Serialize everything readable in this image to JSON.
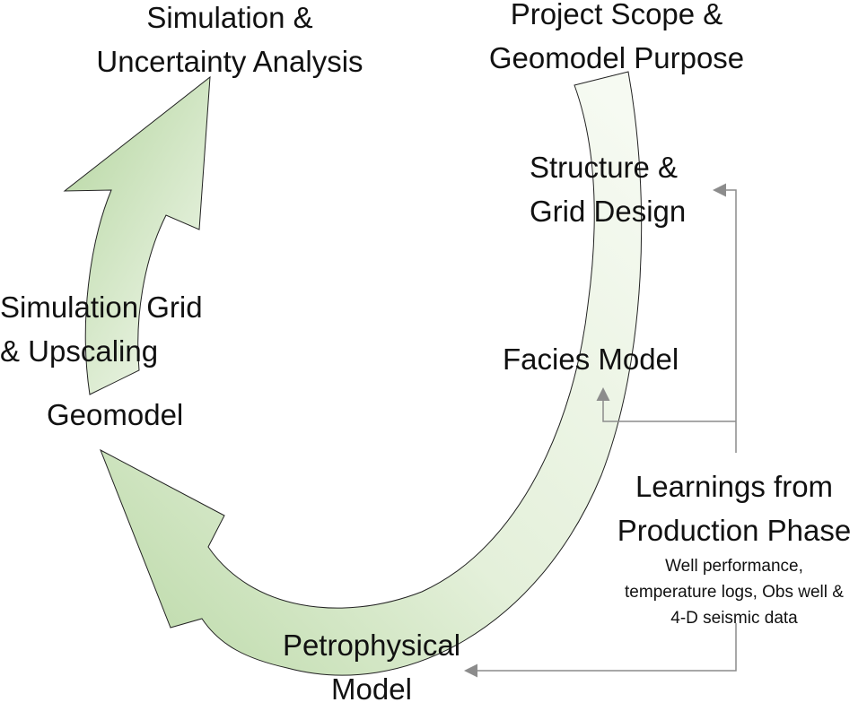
{
  "labels": {
    "simulation": [
      "Simulation &",
      "Uncertainty Analysis"
    ],
    "project_scope": [
      "Project Scope &",
      "Geomodel Purpose"
    ],
    "structure": [
      "Structure &",
      "Grid Design"
    ],
    "sim_grid": [
      "Simulation Grid",
      "& Upscaling"
    ],
    "geomodel": "Geomodel",
    "facies": "Facies Model",
    "petrophysical": [
      "Petrophysical",
      "Model"
    ],
    "learnings": [
      "Learnings from",
      "Production Phase"
    ],
    "learnings_detail": [
      "Well performance,",
      "temperature logs, Obs well &",
      "4-D seismic data"
    ]
  },
  "colors": {
    "arrow_light": "#f4f9f0",
    "arrow_dark": "#b9d8a5",
    "arrow_stroke": "#222222",
    "connector": "#8c8c8c"
  }
}
